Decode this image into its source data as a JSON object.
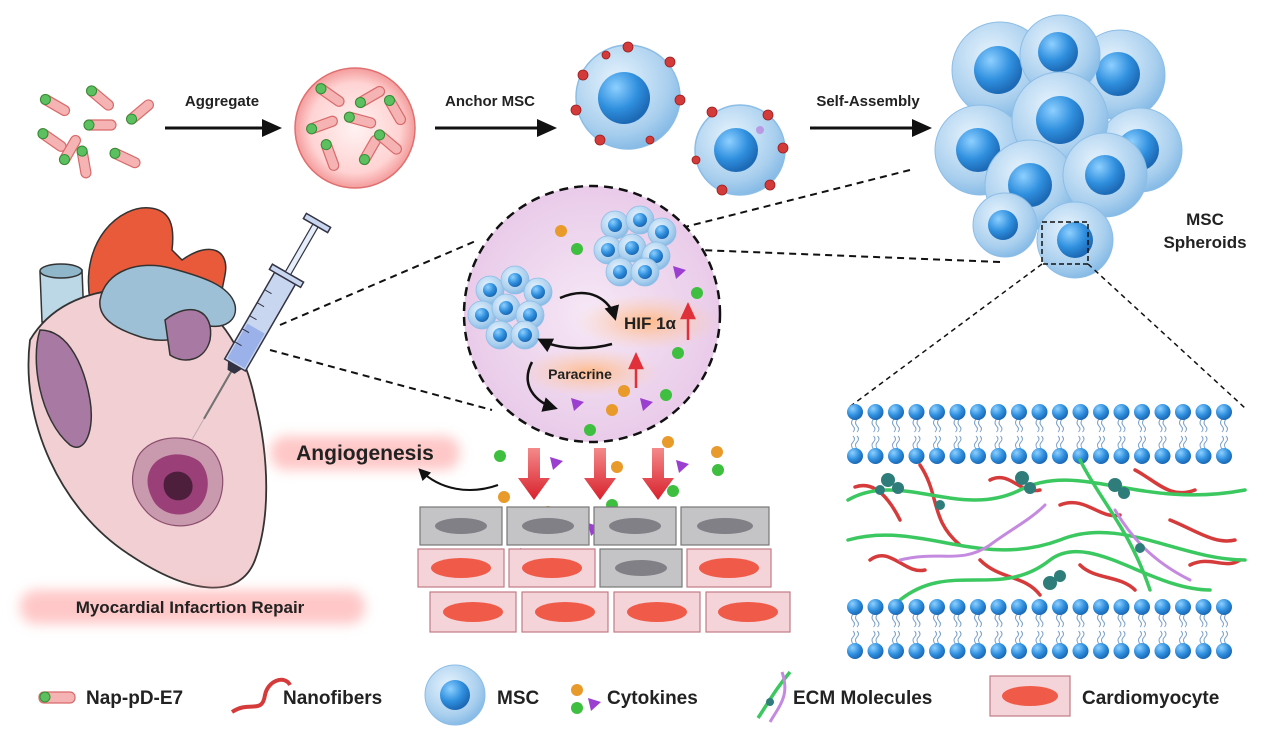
{
  "steps": {
    "aggregate": "Aggregate",
    "anchor": "Anchor MSC",
    "self_assembly": "Self-Assembly"
  },
  "labels": {
    "spheroids_line1": "MSC",
    "spheroids_line2": "Spheroids",
    "hif": "HIF 1α",
    "paracrine": "Paracrine",
    "angiogenesis": "Angiogenesis",
    "repair": "Myocardial Infacrtion Repair"
  },
  "legend": [
    {
      "icon": "nap-pd-e7-icon",
      "label": "Nap-pD-E7"
    },
    {
      "icon": "nanofiber-icon",
      "label": "Nanofibers"
    },
    {
      "icon": "msc-icon",
      "label": "MSC"
    },
    {
      "icon": "cytokines-icon",
      "label": "Cytokines"
    },
    {
      "icon": "ecm-molecules-icon",
      "label": "ECM Molecules"
    },
    {
      "icon": "cardiomyocyte-icon",
      "label": "Cardiomyocyte"
    }
  ],
  "colors": {
    "peptide_body": "#f4a8a8",
    "peptide_head": "#5cc060",
    "msc_membrane": "#a9cfee",
    "msc_nucleus": "#2f8fde",
    "anchor_dot": "#d33a3a",
    "nanofiber": "#d63b3b",
    "ecm": "#3cc860",
    "cytokine_orange": "#e89a2a",
    "cytokine_green": "#3fbf3f",
    "cytokine_purple": "#9a3fd0",
    "arrow_red": "#e0303a",
    "glow": "#ffb0b0",
    "lipid_head": "#3a9fe8"
  }
}
